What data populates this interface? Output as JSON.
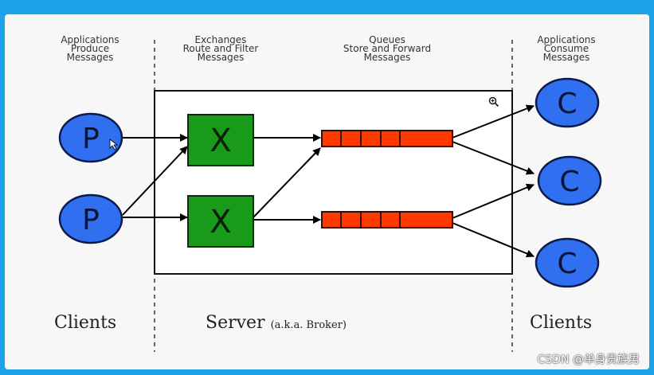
{
  "headers": {
    "producers": [
      "Applications",
      "Produce",
      "Messages"
    ],
    "exchanges": [
      "Exchanges",
      "Route and Filter",
      "Messages"
    ],
    "queues": [
      "Queues",
      "Store and Forward",
      "Messages"
    ],
    "consumers": [
      "Applications",
      "Consume",
      "Messages"
    ]
  },
  "bottom": {
    "clients_left": "Clients",
    "server": "Server",
    "server_note": "(a.k.a. Broker)",
    "clients_right": "Clients"
  },
  "nodes": {
    "producer": "P",
    "exchange": "X",
    "consumer": "C"
  },
  "colors": {
    "producer": "#2f6ff0",
    "consumer": "#2f6ff0",
    "exchange": "#1a9a1a",
    "queue": "#ff3a00",
    "background": "#1aa3e8"
  },
  "watermark": "CSDN @单身贵族男"
}
